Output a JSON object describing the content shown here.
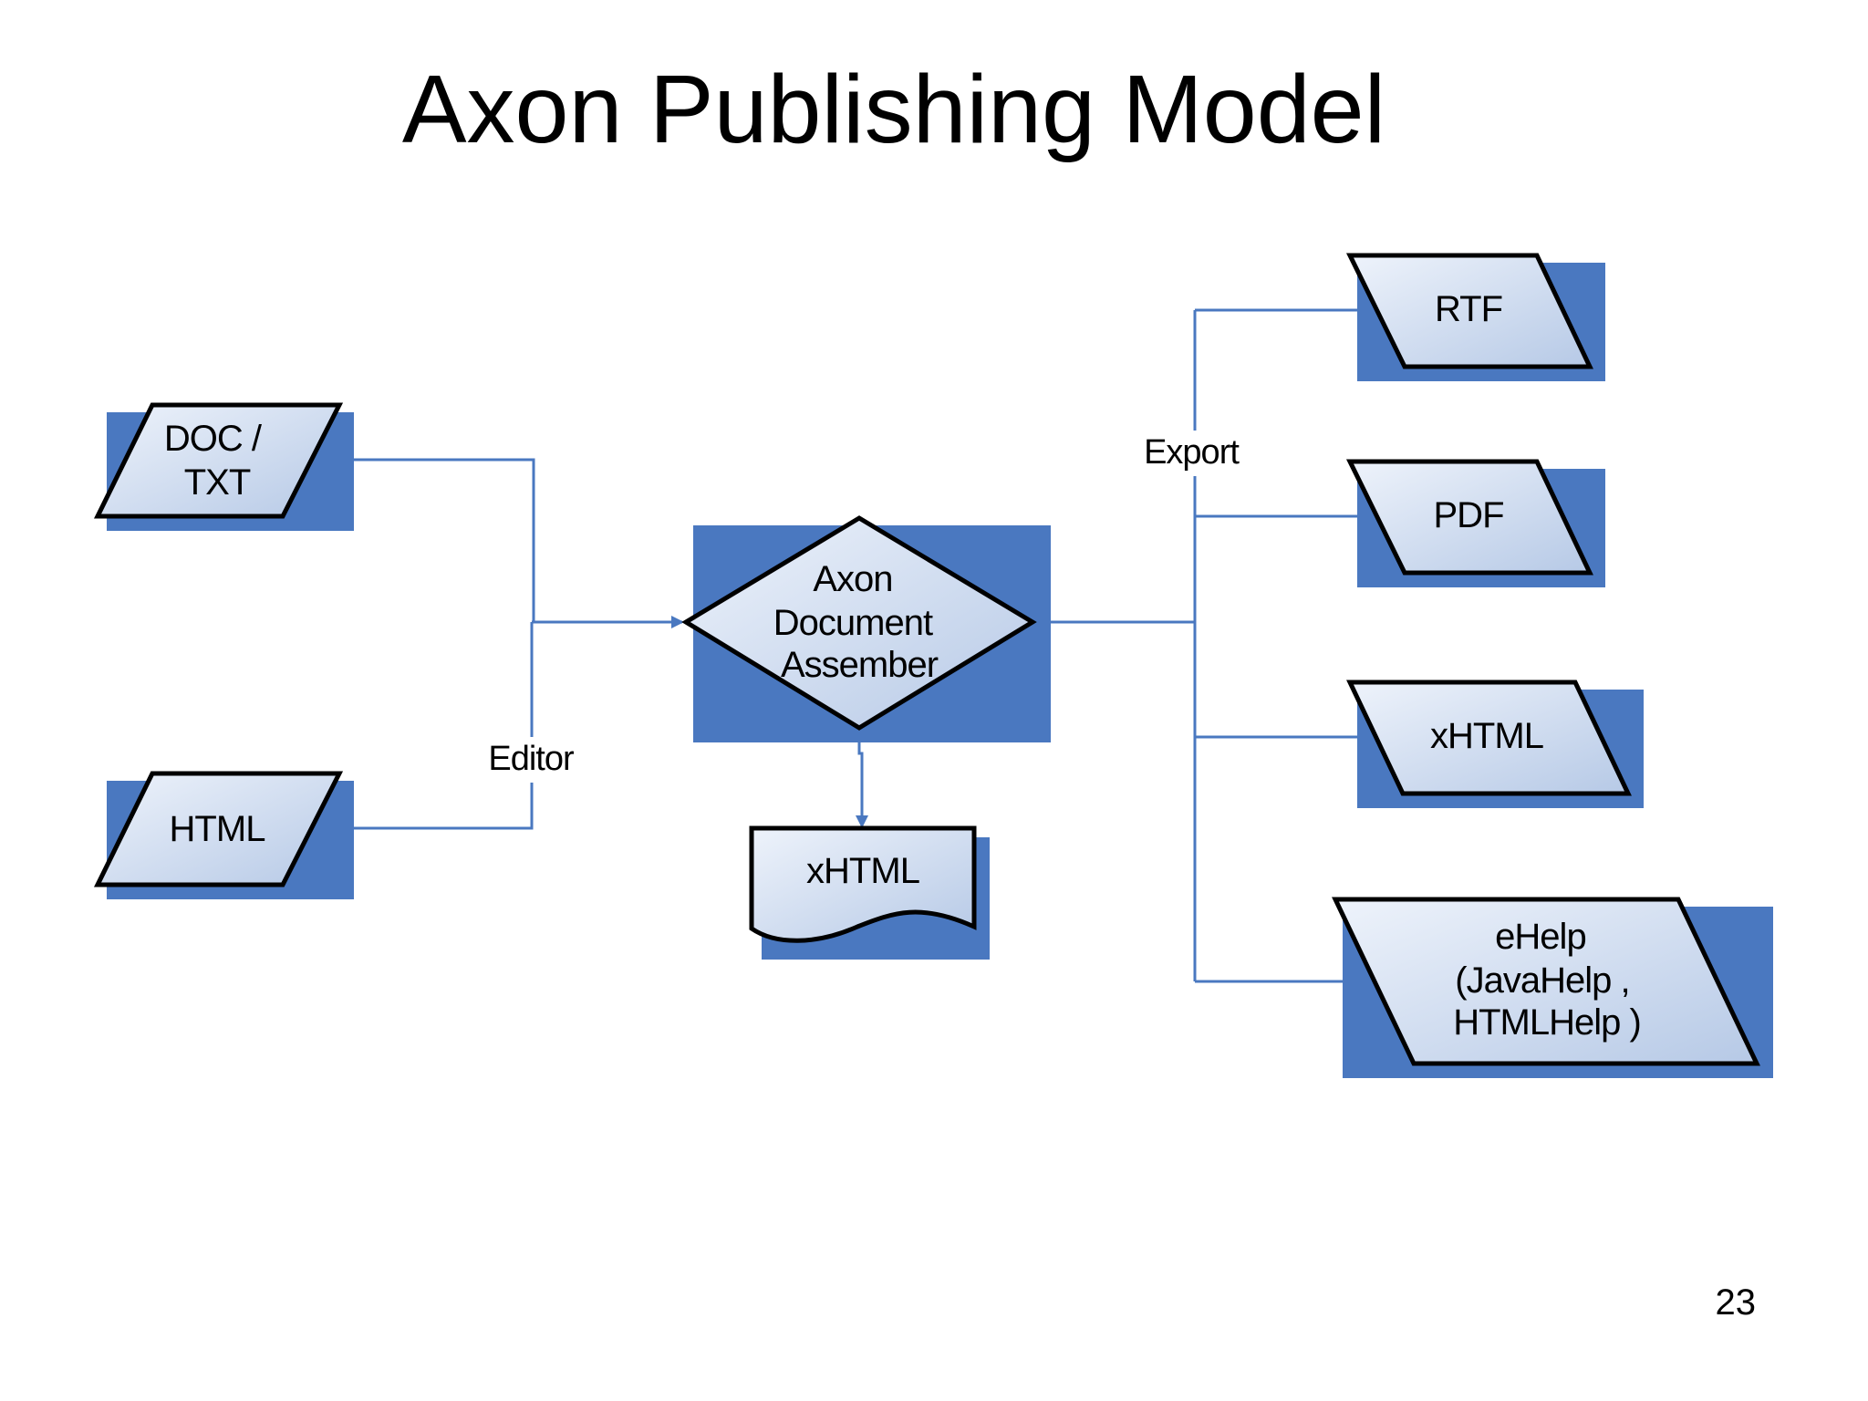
{
  "title": "Axon Publishing Model",
  "page_number": "23",
  "colors": {
    "shadow": "#4a78c0",
    "connector": "#4a78c0",
    "shape_fill_light": "#eef3fb",
    "shape_fill_dark": "#b6c9e6",
    "shape_stroke": "#000000"
  },
  "nodes": {
    "doc_txt": {
      "lines": [
        "DOC /",
        "TXT"
      ]
    },
    "html_in": {
      "lines": [
        "HTML"
      ]
    },
    "assembler": {
      "lines": [
        "Axon",
        "Document",
        "Assember"
      ]
    },
    "xhtml_doc": {
      "lines": [
        "xHTML"
      ]
    },
    "rtf": {
      "lines": [
        "RTF"
      ]
    },
    "pdf": {
      "lines": [
        "PDF"
      ]
    },
    "xhtml_out": {
      "lines": [
        "xHTML"
      ]
    },
    "ehelp": {
      "lines": [
        "eHelp",
        "(JavaHelp ,",
        "HTMLHelp )"
      ]
    }
  },
  "edges": {
    "editor_label": "Editor",
    "export_label": "Export"
  }
}
